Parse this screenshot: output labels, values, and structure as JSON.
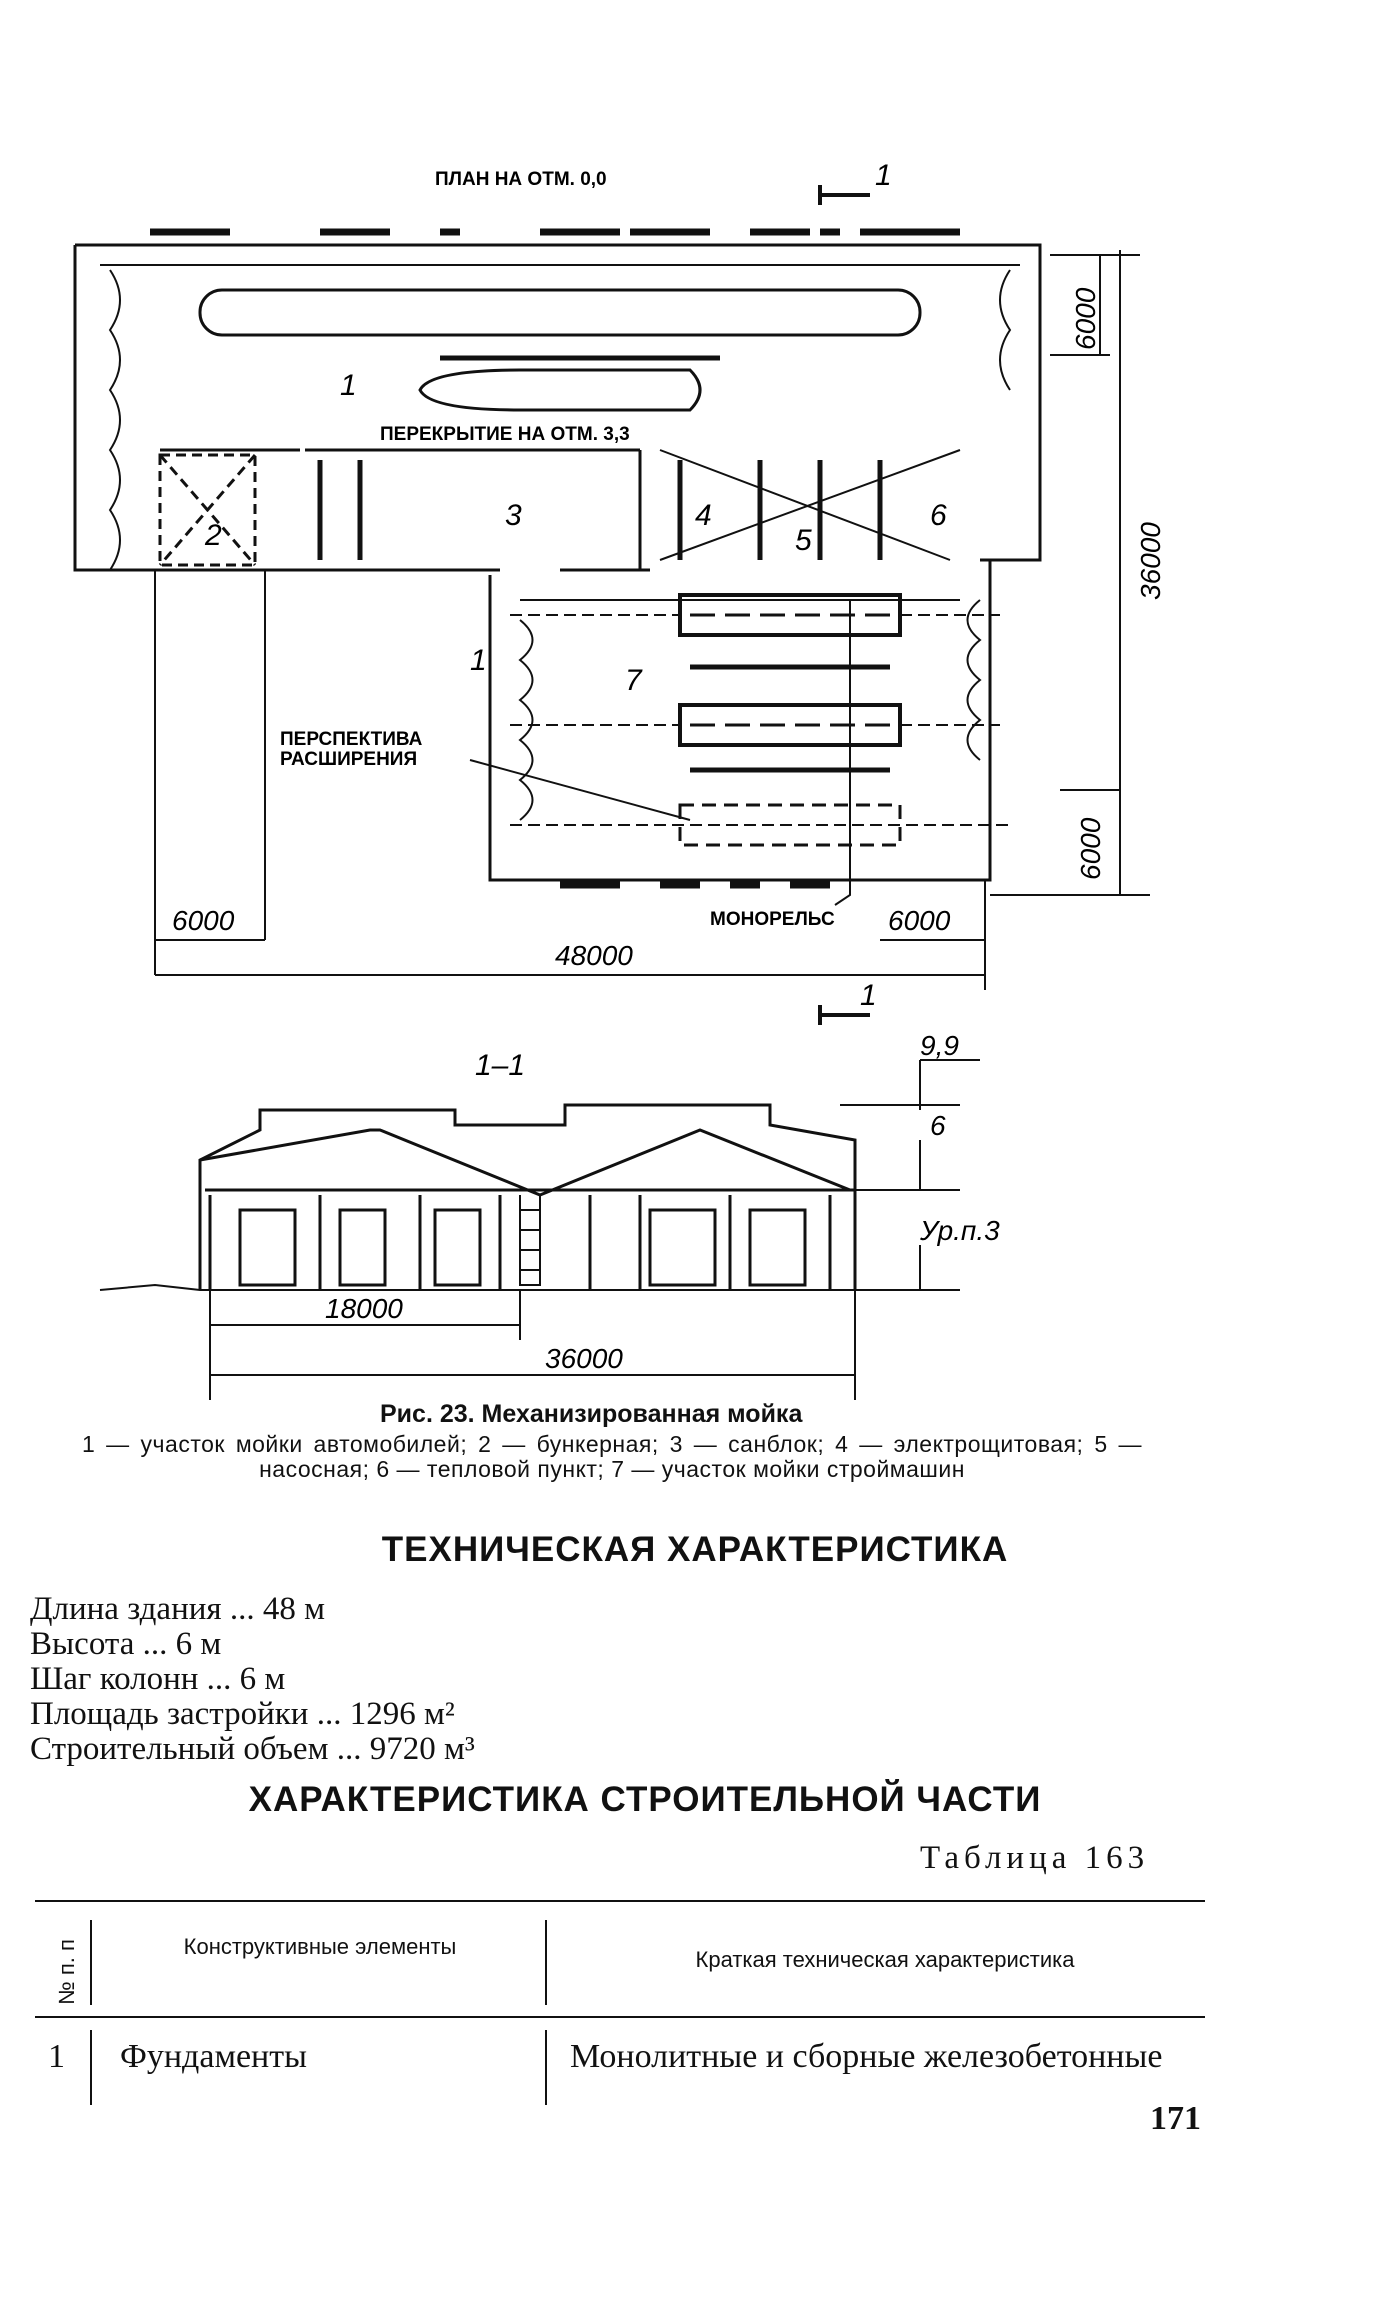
{
  "drawing": {
    "plan_title": "ПЛАН НА ОТМ. 0,0",
    "overlap_label": "ПЕРЕКРЫТИЕ НА ОТМ. 3,3",
    "expansion_label_1": "ПЕРСПЕКТИВА",
    "expansion_label_2": "РАСШИРЕНИЯ",
    "monorail_label": "МОНОРЕЛЬС",
    "section_mark": "1",
    "zones": [
      "1",
      "2",
      "3",
      "4",
      "5",
      "6",
      "7"
    ],
    "dim_6000_right_top": "6000",
    "dim_36000_right": "36000",
    "dim_6000_right_bottom": "6000",
    "dim_6000_left": "6000",
    "dim_6000_bottom": "6000",
    "dim_48000": "48000",
    "section_title": "1–1",
    "level_top": "9,9",
    "level_mid": "6",
    "level_ground": "Ур.п.3",
    "dim_18000": "18000",
    "dim_36000_section": "36000"
  },
  "caption": {
    "title": "Рис. 23. Механизированная мойка",
    "legend": "1 — участок мойки автомобилей; 2 — бункерная; 3 — санблок; 4 — электрощитовая; 5 — насосная; 6 — тепловой пункт; 7 — участок мойки строймашин"
  },
  "tech": {
    "heading": "ТЕХНИЧЕСКАЯ ХАРАКТЕРИСТИКА",
    "items": [
      "Длина здания ... 48 м",
      "Высота ... 6 м",
      "Шаг колонн ... 6 м",
      "Площадь застройки ... 1296 м²",
      "Строительный объем ... 9720 м³"
    ]
  },
  "construction": {
    "heading": "ХАРАКТЕРИСТИКА СТРОИТЕЛЬНОЙ ЧАСТИ",
    "table_caption": "Таблица 163",
    "headers": [
      "№ п. п",
      "Конструктивные элементы",
      "Краткая техническая характеристика"
    ],
    "rows": [
      {
        "num": "1",
        "element": "Фундаменты",
        "description": "Монолитные и сборные железобетонные"
      }
    ]
  },
  "page_number": "171"
}
